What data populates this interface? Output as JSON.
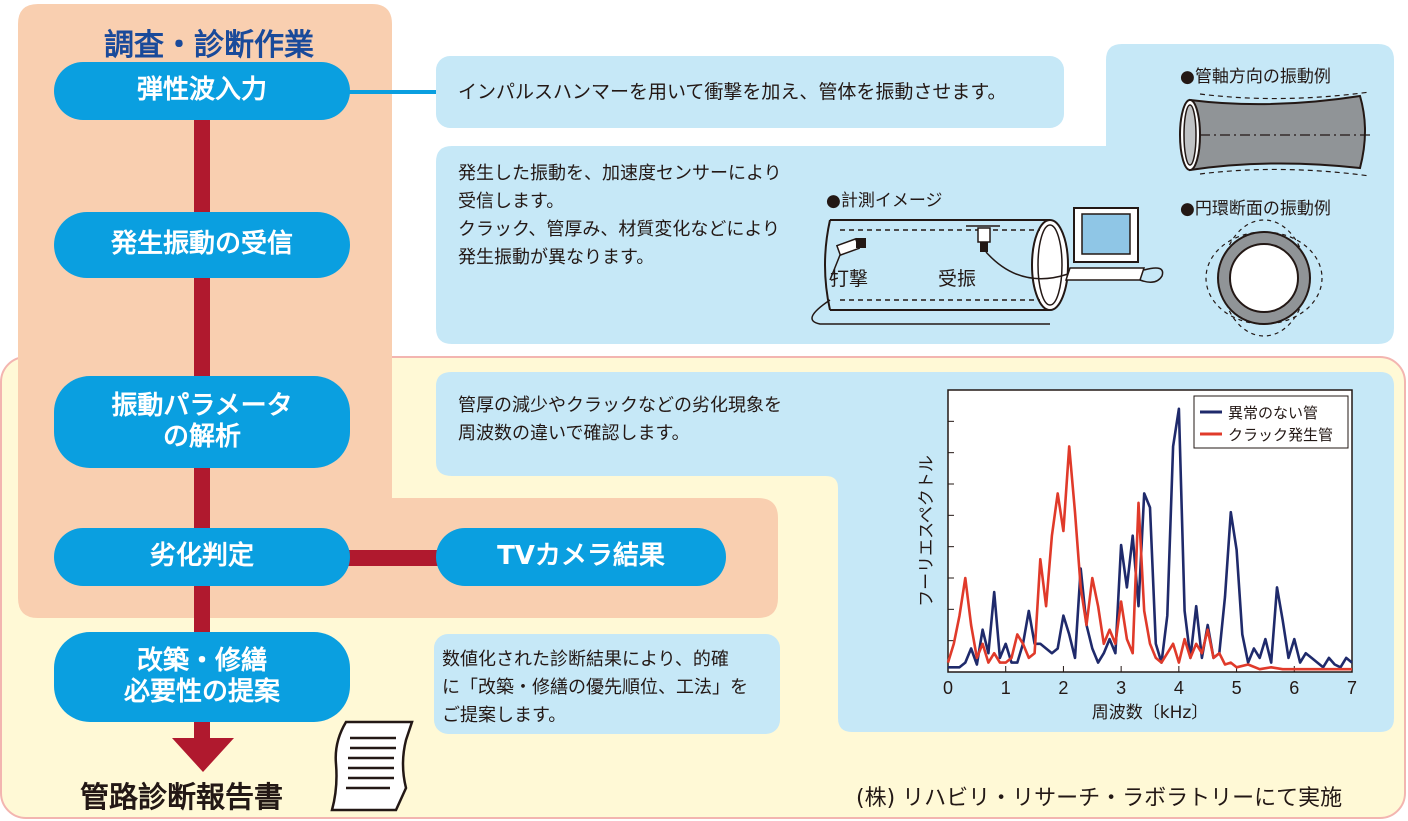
{
  "section_title": "調査・診断作業",
  "steps": [
    {
      "label": "弾性波入力"
    },
    {
      "label": "発生振動の受信"
    },
    {
      "label": "振動パラメータ\nの解析"
    },
    {
      "label": "劣化判定"
    },
    {
      "label": "改築・修繕\n必要性の提案"
    }
  ],
  "tv_camera_label": "TVカメラ結果",
  "report_label": "管路診断報告書",
  "descriptions": {
    "impulse": "インパルスハンマーを用いて衝撃を加え、管体を振動させます。",
    "receive_lines": [
      "発生した振動を、加速度センサーにより",
      "受信します。",
      "クラック、管厚み、材質変化などにより",
      "発生振動が異なります。"
    ],
    "analysis_lines": [
      "管厚の減少やクラックなどの劣化現象を",
      "周波数の違いで確認します。"
    ],
    "proposal_lines": [
      "数値化された診断結果により、的確",
      "に「改築・修繕の優先順位、工法」を",
      "ご提案します。"
    ]
  },
  "measurement": {
    "caption": "●計測イメージ",
    "strike_label": "打撃",
    "receive_label": "受振"
  },
  "axial_caption": "●管軸方向の振動例",
  "ring_caption": "●円環断面の振動例",
  "footer_note": "(株) リハビリ・リサーチ・ラボラトリーにて実施",
  "colors": {
    "accent_blue": "#0a9fe0",
    "bar_red": "#b0192e",
    "peach": "#f9cfb0",
    "light_blue": "#c6e8f7",
    "cream": "#fff9d6",
    "series_normal": "#1f2a6b",
    "series_crack": "#e03a2a"
  },
  "chart_data": {
    "type": "line",
    "xlabel": "周波数〔kHz〕",
    "ylabel": "フーリエスペクトル",
    "xlim": [
      0,
      7
    ],
    "x_ticks": [
      0,
      1,
      2,
      3,
      4,
      5,
      6,
      7
    ],
    "legend_position": "top-right",
    "series": [
      {
        "name": "異常のない管",
        "color": "#1f2a6b",
        "x": [
          0,
          0.2,
          0.3,
          0.4,
          0.5,
          0.6,
          0.7,
          0.8,
          0.9,
          1.0,
          1.1,
          1.2,
          1.3,
          1.4,
          1.5,
          1.6,
          1.7,
          1.8,
          1.9,
          2.0,
          2.1,
          2.2,
          2.3,
          2.4,
          2.5,
          2.6,
          2.7,
          2.8,
          2.9,
          3.0,
          3.1,
          3.2,
          3.3,
          3.4,
          3.5,
          3.6,
          3.7,
          3.8,
          3.9,
          4.0,
          4.1,
          4.2,
          4.3,
          4.4,
          4.5,
          4.6,
          4.7,
          4.8,
          4.9,
          5.0,
          5.1,
          5.2,
          5.3,
          5.4,
          5.5,
          5.6,
          5.7,
          5.8,
          5.9,
          6.0,
          6.1,
          6.2,
          6.3,
          6.4,
          6.5,
          6.6,
          6.7,
          6.8,
          6.9,
          7.0
        ],
        "values": [
          0.5,
          0.5,
          1.0,
          2.5,
          0.8,
          4.5,
          2.0,
          8.5,
          1.5,
          3.0,
          1.0,
          1.0,
          3.0,
          6.5,
          3.0,
          3.0,
          2.5,
          2.0,
          2.5,
          6.0,
          4.0,
          1.5,
          11.0,
          5.0,
          2.5,
          1.0,
          2.0,
          3.5,
          2.0,
          13.5,
          9.0,
          14.5,
          7.0,
          19.0,
          17.5,
          3.0,
          1.0,
          6.0,
          24.0,
          28.0,
          6.5,
          1.5,
          7.0,
          1.5,
          5.0,
          1.5,
          2.0,
          8.0,
          17.0,
          13.0,
          4.0,
          1.0,
          2.5,
          1.5,
          3.5,
          1.0,
          9.0,
          5.5,
          1.5,
          3.5,
          1.0,
          2.0,
          1.5,
          1.0,
          0.5,
          1.5,
          0.8,
          0.5,
          1.5,
          1.0
        ]
      },
      {
        "name": "クラック発生管",
        "color": "#e03a2a",
        "x": [
          0,
          0.1,
          0.2,
          0.3,
          0.4,
          0.5,
          0.6,
          0.7,
          0.8,
          0.9,
          1.0,
          1.1,
          1.2,
          1.3,
          1.4,
          1.5,
          1.6,
          1.7,
          1.8,
          1.9,
          2.0,
          2.1,
          2.2,
          2.3,
          2.4,
          2.5,
          2.6,
          2.7,
          2.8,
          2.9,
          3.0,
          3.1,
          3.2,
          3.3,
          3.4,
          3.5,
          3.6,
          3.7,
          3.8,
          3.9,
          4.0,
          4.1,
          4.2,
          4.3,
          4.4,
          4.5,
          4.6,
          4.7,
          4.8,
          4.9,
          5.0,
          5.2,
          5.4,
          5.6,
          5.8,
          6.0,
          6.5,
          7.0
        ],
        "values": [
          1.0,
          3.0,
          6.0,
          10.0,
          5.0,
          1.5,
          3.0,
          1.0,
          2.0,
          1.0,
          1.0,
          1.5,
          4.0,
          3.0,
          1.5,
          2.0,
          12.0,
          7.0,
          14.5,
          19.0,
          15.0,
          24.0,
          17.0,
          9.0,
          5.0,
          10.0,
          7.0,
          3.0,
          4.5,
          3.0,
          7.5,
          3.5,
          2.0,
          18.0,
          6.5,
          3.0,
          1.5,
          1.0,
          2.0,
          3.0,
          1.0,
          3.5,
          1.5,
          3.0,
          2.0,
          4.5,
          1.5,
          2.0,
          0.8,
          1.0,
          0.5,
          0.8,
          0.3,
          0.5,
          0.3,
          0.3,
          0.3,
          0.3
        ]
      }
    ]
  }
}
